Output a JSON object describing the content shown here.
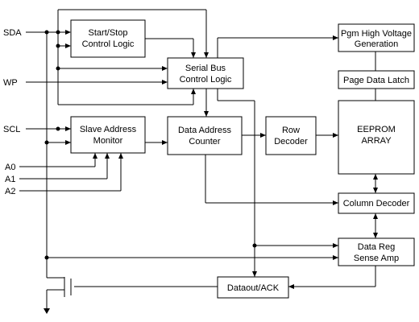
{
  "pins": {
    "sda": "SDA",
    "wp": "WP",
    "scl": "SCL",
    "a0": "A0",
    "a1": "A1",
    "a2": "A2"
  },
  "blocks": {
    "start_stop": [
      "Start/Stop",
      "Control Logic"
    ],
    "serial_bus": [
      "Serial Bus",
      "Control Logic"
    ],
    "slave_address": [
      "Slave Address",
      "Monitor"
    ],
    "data_address": [
      "Data Address",
      "Counter"
    ],
    "row_decoder": [
      "Row",
      "Decoder"
    ],
    "pgm_hv": [
      "Pgm High Voltage",
      "Generation"
    ],
    "page_latch": [
      "Page Data Latch"
    ],
    "eeprom": [
      "EEPROM",
      "ARRAY"
    ],
    "column_decoder": [
      "Column Decoder"
    ],
    "data_reg": [
      "Data Reg",
      "Sense Amp"
    ],
    "dataout": [
      "Dataout/ACK"
    ]
  },
  "colors": {
    "line": "#000000",
    "background": "#ffffff"
  }
}
